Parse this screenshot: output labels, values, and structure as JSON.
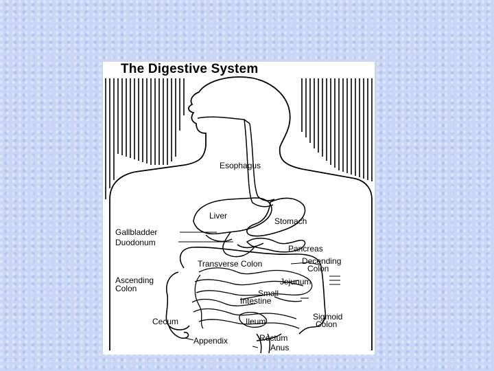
{
  "slide": {
    "background": "#c9d6f5"
  },
  "figure": {
    "title": "The Digestive System",
    "labels": {
      "esophagus": "Esophagus",
      "liver": "Liver",
      "stomach": "Stomach",
      "gallbladder": "Gallbladder",
      "duodonum": "Duodonum",
      "pancreas": "Pancreas",
      "transverse_colon": "Transverse Colon",
      "decending_colon_1": "Decending",
      "decending_colon_2": "Colon",
      "ascending_colon_1": "Ascending",
      "ascending_colon_2": "Colon",
      "jejunum": "Jejunum",
      "small_intestine_1": "Small",
      "small_intestine_2": "Intestine",
      "cecum": "Cecum",
      "ileum": "Ileum",
      "sigmoid_colon_1": "Sigmoid",
      "sigmoid_colon_2": "Colon",
      "appendix": "Appendix",
      "rectum": "Rectum",
      "anus": "Anus"
    }
  }
}
